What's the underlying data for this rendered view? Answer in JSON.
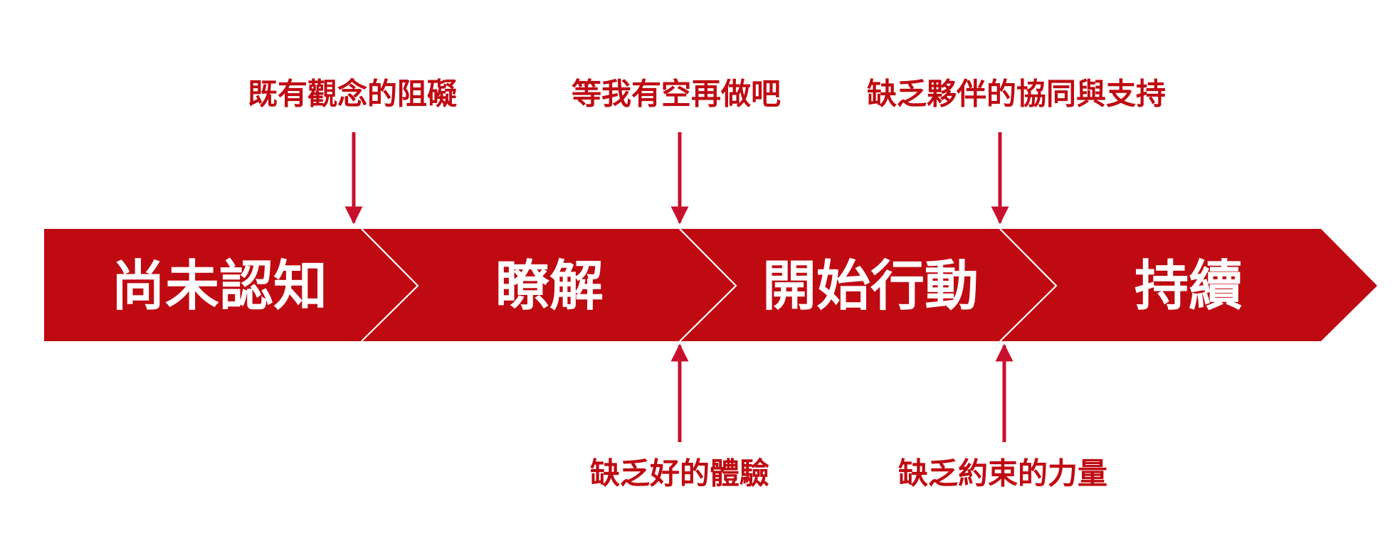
{
  "colors": {
    "accent": "#bf0a12",
    "arrow_line": "#c8102e",
    "separator": "#ffffff",
    "background": "#ffffff"
  },
  "stages": [
    {
      "label": "尚未認知"
    },
    {
      "label": "瞭解"
    },
    {
      "label": "開始行動"
    },
    {
      "label": "持續"
    }
  ],
  "barriers_top": [
    {
      "label": "既有觀念的阻礙"
    },
    {
      "label": "等我有空再做吧"
    },
    {
      "label": "缺乏夥伴的協同與支持"
    }
  ],
  "barriers_bottom": [
    {
      "label": "缺乏好的體驗"
    },
    {
      "label": "缺乏約束的力量"
    }
  ]
}
